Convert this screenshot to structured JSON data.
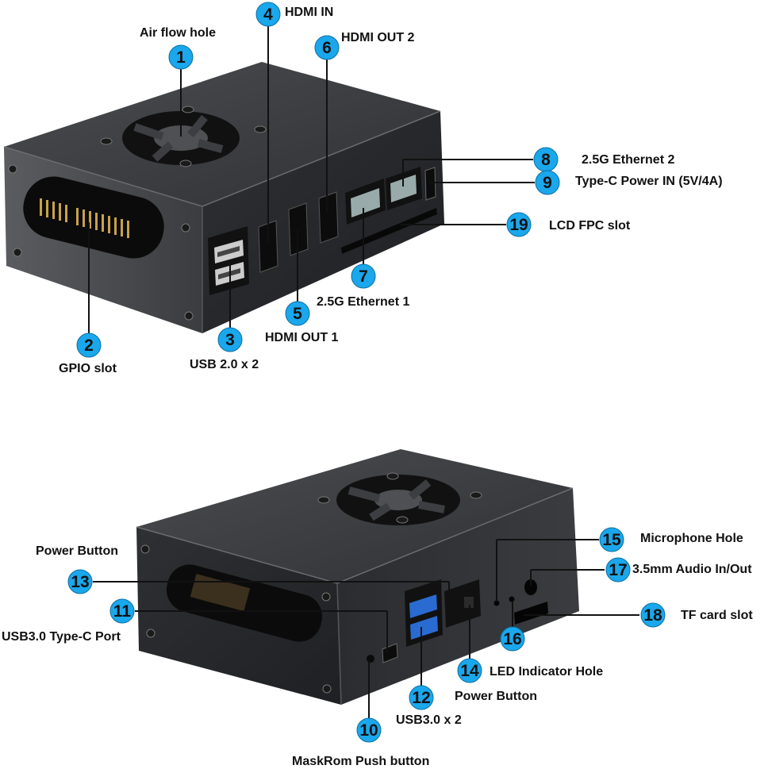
{
  "colors": {
    "badge": "#1aa7ec",
    "case_top": "#3d3f43",
    "case_side": "#2a2b2e",
    "leader": "#111111",
    "port": "#0c0c0c",
    "usb3_blue": "#2a6bd1"
  },
  "callouts": [
    {
      "num": "1",
      "label": "Air flow hole"
    },
    {
      "num": "2",
      "label": "GPIO slot"
    },
    {
      "num": "3",
      "label": "USB 2.0 x 2"
    },
    {
      "num": "4",
      "label": "HDMI IN"
    },
    {
      "num": "5",
      "label": "HDMI OUT 1"
    },
    {
      "num": "6",
      "label": "HDMI OUT 2"
    },
    {
      "num": "7",
      "label": "2.5G Ethernet 1"
    },
    {
      "num": "8",
      "label": "2.5G Ethernet 2"
    },
    {
      "num": "9",
      "label": "Type-C Power IN (5V/4A)"
    },
    {
      "num": "19",
      "label": "LCD FPC slot"
    },
    {
      "num": "10",
      "label": "MaskRom Push button"
    },
    {
      "num": "11",
      "label": "USB3.0 Type-C Port"
    },
    {
      "num": "12",
      "label": "USB3.0 x 2"
    },
    {
      "num": "13",
      "label": "Power Button"
    },
    {
      "num": "14",
      "label": "Power Button"
    },
    {
      "num": "15",
      "label": "Microphone Hole"
    },
    {
      "num": "16",
      "label": "LED Indicator Hole"
    },
    {
      "num": "17",
      "label": "3.5mm Audio In/Out"
    },
    {
      "num": "18",
      "label": "TF card slot"
    }
  ]
}
